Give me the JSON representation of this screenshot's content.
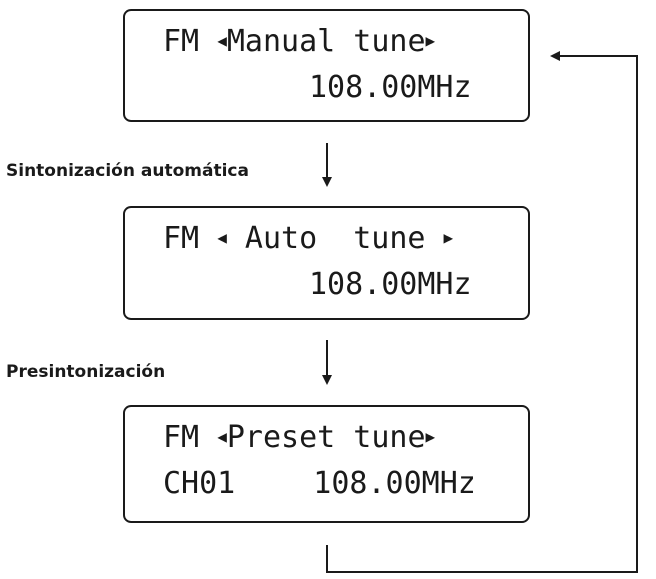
{
  "screens": [
    {
      "mode": "FM",
      "left_arrow": "◀",
      "title": "Manual tune",
      "right_arrow": "▶",
      "line2": "108.00MHz"
    },
    {
      "mode": "FM",
      "left_arrow": "◀",
      "title": "Auto tune",
      "right_arrow": "▶",
      "line2": "108.00MHz"
    },
    {
      "mode": "FM",
      "left_arrow": "◀",
      "title": "Preset tune",
      "right_arrow": "▶",
      "line2": "CH01 108.00MHz"
    }
  ],
  "labels": {
    "auto": "Sintonización automática",
    "preset": "Presintonización"
  },
  "colors": {
    "ink": "#1a1a1a",
    "background": "#ffffff"
  }
}
